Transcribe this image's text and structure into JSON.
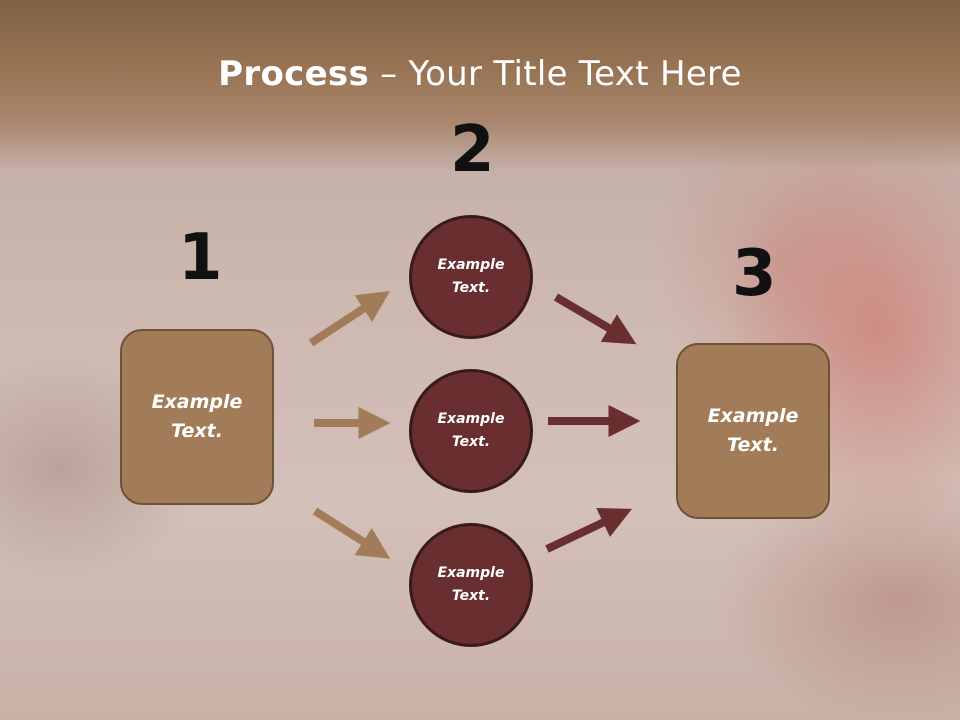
{
  "title": {
    "bold": "Process",
    "rest": " – Your Title Text Here"
  },
  "steps": [
    {
      "number": "1",
      "label_line1": "Example",
      "label_line2": "Text."
    },
    {
      "number": "2"
    },
    {
      "number": "3",
      "label_line1": "Example",
      "label_line2": "Text."
    }
  ],
  "circles": [
    {
      "label_line1": "Example",
      "label_line2": "Text."
    },
    {
      "label_line1": "Example",
      "label_line2": "Text."
    },
    {
      "label_line1": "Example",
      "label_line2": "Text."
    }
  ],
  "colors": {
    "box_fill": "#a27c58",
    "circle_fill": "#682e30",
    "arrow_brown": "#a27c58",
    "arrow_maroon": "#682e30",
    "title_band": "#8e6b4c"
  }
}
